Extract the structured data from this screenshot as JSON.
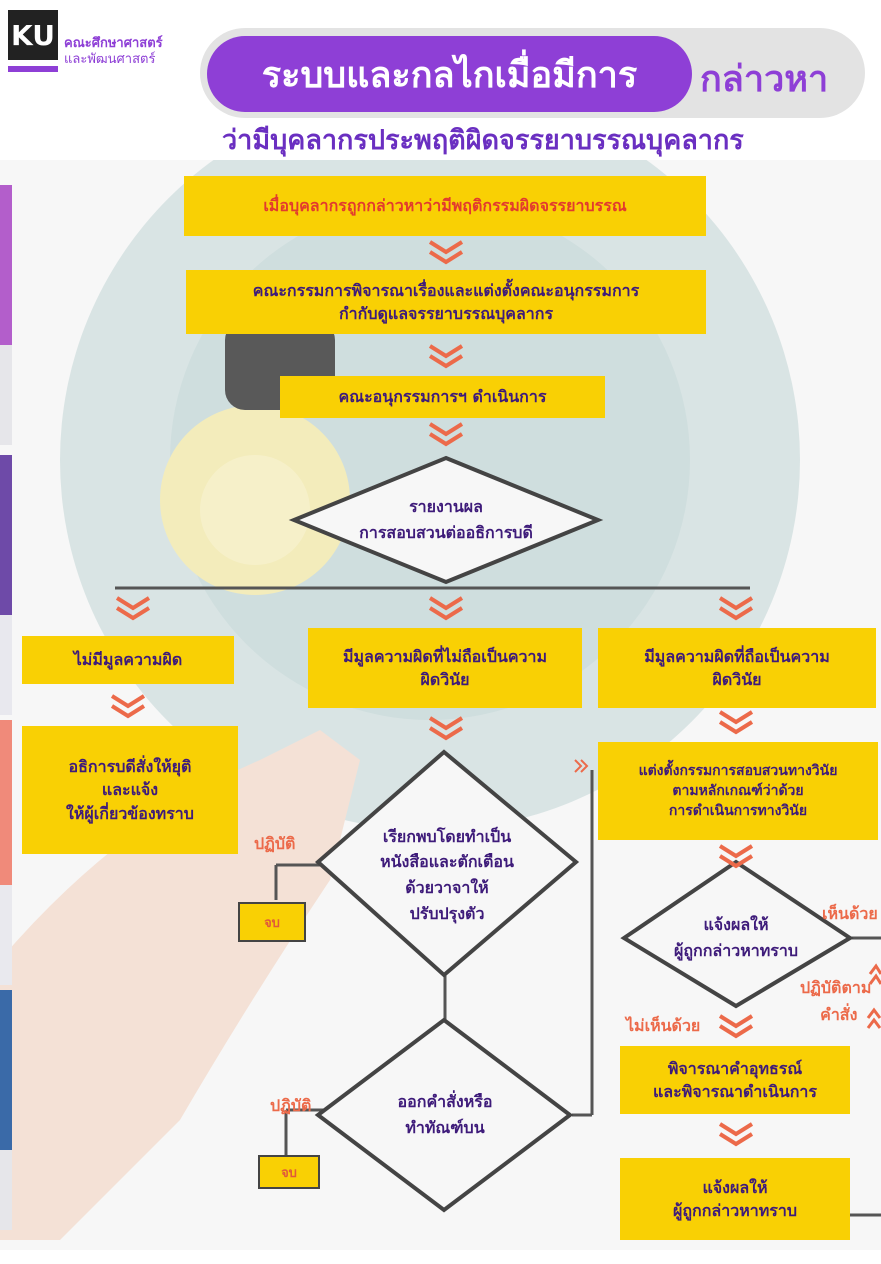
{
  "logo": {
    "mark": "KU",
    "line1": "คณะศึกษาศาสตร์",
    "line2": "และพัฒนศาสตร์"
  },
  "header": {
    "title_purple": "ระบบและกลไกเมื่อมีการ",
    "title_tail": "กล่าวหา",
    "subtitle": "ว่ามีบุคลากรประพฤติผิดจรรยาบรรณบุคลากร"
  },
  "flow": {
    "step1": "เมื่อบุคลากรถูกกล่าวหาว่ามีพฤติกรรมผิดจรรยาบรรณ",
    "step2": [
      "คณะกรรมการพิจารณาเรื่องและแต่งตั้งคณะอนุกรรมการ",
      "กำกับดูแลจรรยาบรรณบุคลากร"
    ],
    "step3": "คณะอนุกรรมการฯ ดำเนินการ",
    "decision1": [
      "รายงานผล",
      "การสอบสวนต่ออธิการบดี"
    ],
    "left": {
      "outcome": "ไม่มีมูลความผิด",
      "action": [
        "อธิการบดีสั่งให้ยุติ",
        "และแจ้ง",
        "ให้ผู้เกี่ยวข้องทราบ"
      ]
    },
    "middle": {
      "outcome": [
        "มีมูลความผิดที่ไม่ถือเป็นความ",
        "ผิดวินัย"
      ],
      "decision": [
        "เรียกพบโดยทำเป็น",
        "หนังสือและตักเตือน",
        "ด้วยวาจาให้",
        "ปรับปรุงตัว"
      ],
      "comply1": "ปฏิบัติ",
      "end1": "จบ",
      "decision2": [
        "ออกคำสั่งหรือ",
        "ทำทัณฑ์บน"
      ],
      "comply2": "ปฏิบัติ",
      "end2": "จบ"
    },
    "right": {
      "outcome": [
        "มีมูลความผิดที่ถือเป็นความ",
        "ผิดวินัย"
      ],
      "appoint": [
        "แต่งตั้งกรรมการสอบสวนทางวินัย",
        "ตามหลักเกณฑ์ว่าด้วย",
        "การดำเนินการทางวินัย"
      ],
      "decision": [
        "แจ้งผลให้",
        "ผู้ถูกกล่าวหาทราบ"
      ],
      "agree": "เห็นด้วย",
      "disagree": "ไม่เห็นด้วย",
      "follow": [
        "ปฏิบัติตาม",
        "คำสั่ง"
      ],
      "appeal": [
        "พิจารณาคำอุทธรณ์",
        "และพิจารณาดำเนินการ"
      ],
      "notify": [
        "แจ้งผลให้",
        "ผู้ถูกกล่าวหาทราบ"
      ]
    }
  },
  "colors": {
    "box": "#f9d004",
    "text": "#3e1b7a",
    "accent": "#ec6a4a",
    "purple": "#8e3fd6"
  }
}
